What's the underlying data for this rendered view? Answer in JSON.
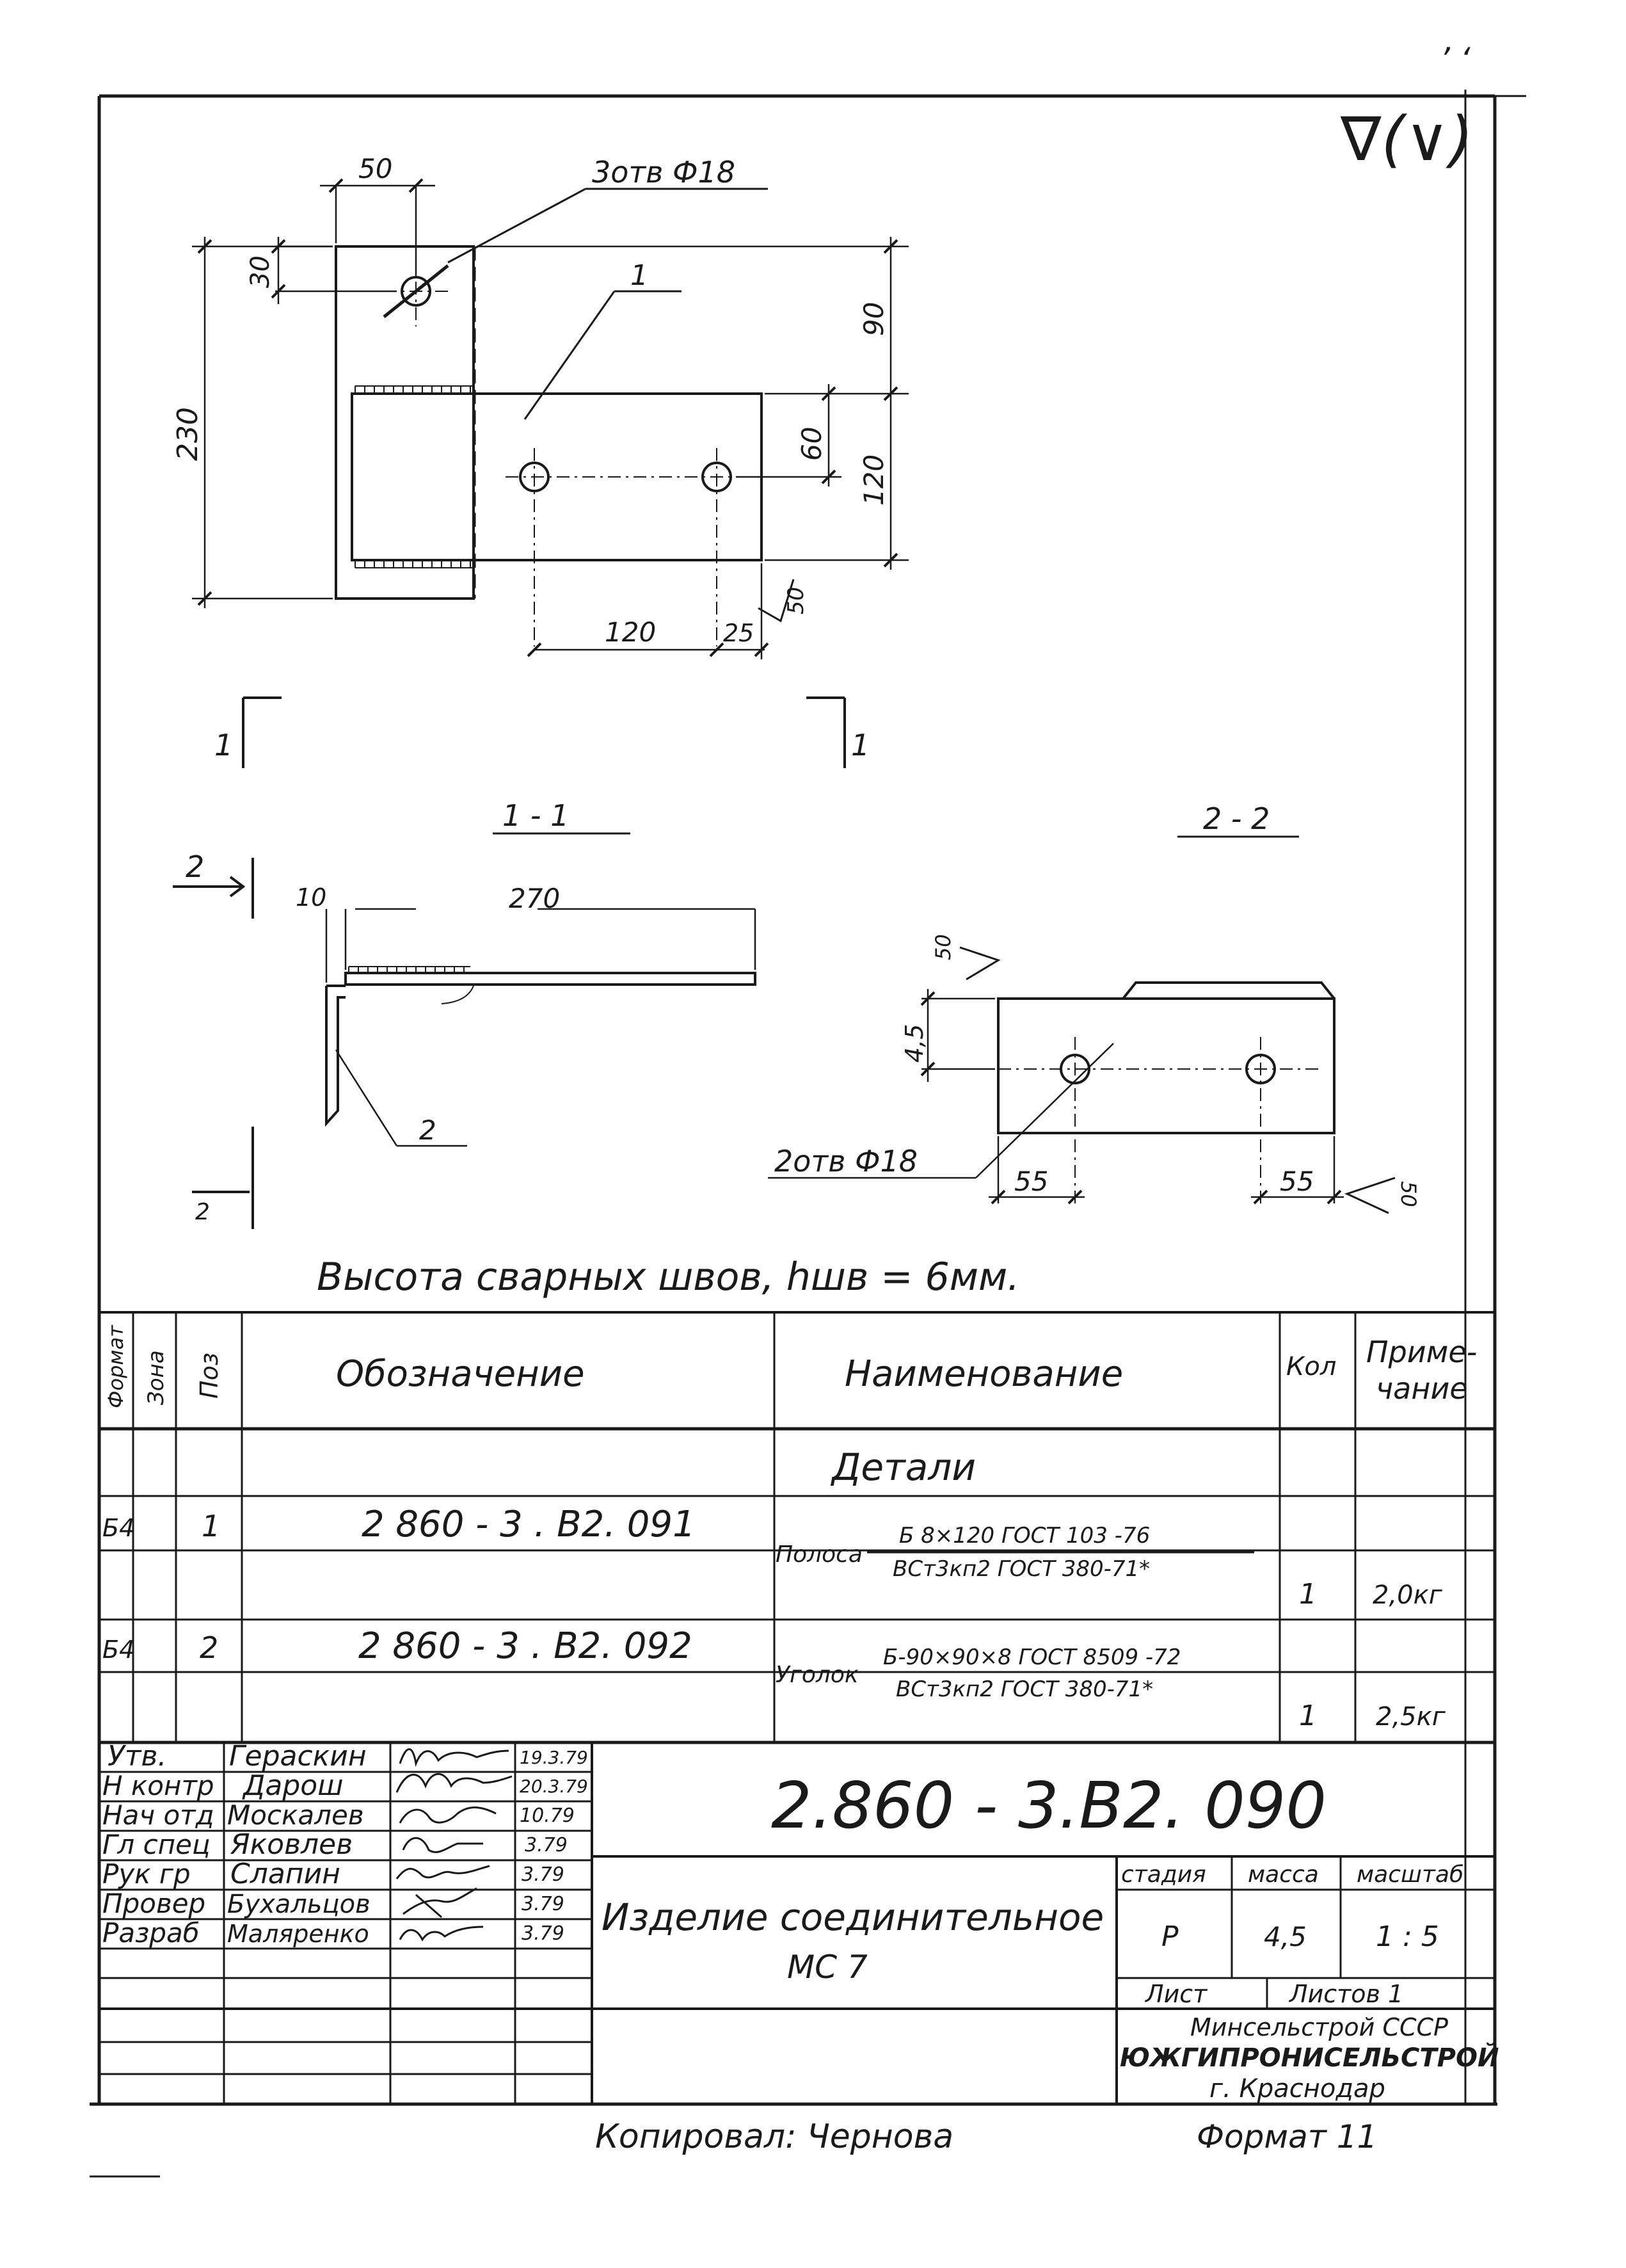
{
  "corner_marks": {
    "top": "’ ʻ",
    "roughness": "∇(∨)"
  },
  "views": {
    "main": {
      "dim_50": "50",
      "dim_30": "30",
      "dim_230": "230",
      "dim_90": "90",
      "dim_60": "60",
      "dim_120_v": "120",
      "dim_120_h": "120",
      "dim_25": "25",
      "holes_note": "3отв Ф18",
      "leader_1": "1",
      "rough_50": "50"
    },
    "section_marks": {
      "left": "1",
      "right": "1",
      "a_top": "2",
      "a_bottom": "2"
    },
    "section_1_1": {
      "title": "1 - 1",
      "dim_10": "10",
      "dim_270": "270",
      "leader_2": "2"
    },
    "section_2_2": {
      "title": "2 - 2",
      "rough_top": "50",
      "dim_45": "4,5",
      "holes_note": "2отв Ф18",
      "dim_55_left": "55",
      "dim_55_right": "55",
      "rough_bottom": "50"
    },
    "weld_note": "Высота сварных швов,  hшв = 6мм."
  },
  "spec": {
    "headers": {
      "format": "Формат",
      "zone": "Зона",
      "pos": "Поз",
      "designation": "Обозначение",
      "name": "Наименование",
      "qty": "Кол",
      "note_1": "Приме-",
      "note_2": "чание"
    },
    "section_title": "Детали",
    "rows": [
      {
        "format": "Б4",
        "pos": "1",
        "designation": "2 860 - 3 . В2. 091",
        "name_prefix": "Полоса",
        "name_top": "Б 8×120  ГОСТ 103 -76",
        "name_bottom": "ВСт3кп2 ГОСТ 380-71*",
        "qty": "1",
        "note": "2,0кг"
      },
      {
        "format": "Б4",
        "pos": "2",
        "designation": "2 860 - 3 . В2. 092",
        "name_prefix": "Уголок",
        "name_top": "Б-90×90×8 ГОСТ 8509 -72",
        "name_bottom": "ВСт3кп2 ГОСТ 380-71*",
        "qty": "1",
        "note": "2,5кг"
      }
    ]
  },
  "title_block": {
    "signers": [
      {
        "role": "Утв.",
        "name": "Гераскин",
        "date": "19.3.79"
      },
      {
        "role": "Н контр",
        "name": "Дарош",
        "date": "20.3.79"
      },
      {
        "role": "Нач отд",
        "name": "Москалев",
        "date": "10.79"
      },
      {
        "role": "Гл спец",
        "name": "Яковлев",
        "date": "3.79"
      },
      {
        "role": "Рук гр",
        "name": "Слапин",
        "date": "3.79"
      },
      {
        "role": "Провер",
        "name": "Бухальцов",
        "date": "3.79"
      },
      {
        "role": "Разраб",
        "name": "Маляренко",
        "date": "3.79"
      }
    ],
    "doc_number": "2.860 - 3.В2. 090",
    "name_line1": "Изделие соединительное",
    "name_line2": "МС 7",
    "stage_label": "стадия",
    "mass_label": "масса",
    "scale_label": "масштаб",
    "stage": "Р",
    "mass": "4,5",
    "scale": "1 : 5",
    "sheet_label": "Лист",
    "sheets_label": "Листов 1",
    "org_ministry": "Минсельстрой СССР",
    "org_name": "ЮЖГИПРОНИСЕЛЬСТРОЙ",
    "org_city": "г. Краснодар"
  },
  "footer": {
    "copied_by": "Копировал:  Чернова",
    "format": "Формат 11"
  }
}
